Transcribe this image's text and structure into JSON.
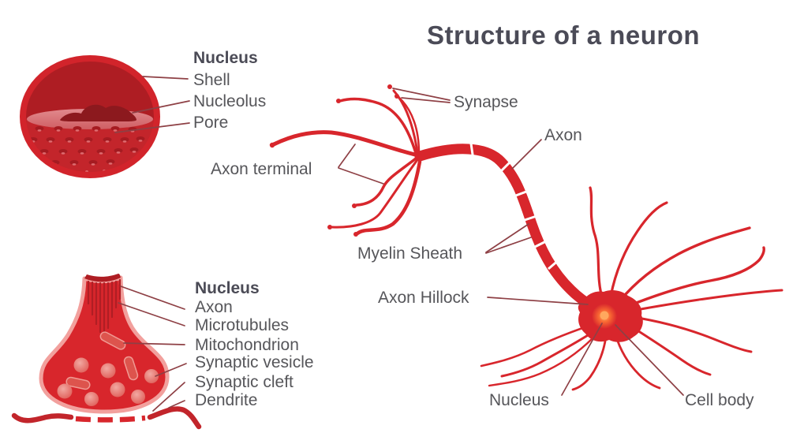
{
  "title": "Structure of a neuron",
  "palette": {
    "primary_red": "#d8262c",
    "dark_red": "#ae1d23",
    "deep_red": "#8c191e",
    "plane_pink": "#d4686c",
    "outline_pink": "#f2a09d",
    "vesicle_red": "#e2706b",
    "nucleus_glow": "#ff9a52",
    "leader_maroon": "#8e4045",
    "label_gray": "#56565a",
    "heading_slate": "#4b4b56",
    "background": "#ffffff"
  },
  "nucleus_inset": {
    "heading": "Nucleus",
    "labels": [
      "Shell",
      "Nucleolus",
      "Pore"
    ]
  },
  "terminal_inset": {
    "heading": "Nucleus",
    "labels": [
      "Axon",
      "Microtubules",
      "Mitochondrion",
      "Synaptic vesicle",
      "Synaptic cleft",
      "Dendrite"
    ]
  },
  "neuron_labels": {
    "synapse": "Synapse",
    "axon": "Axon",
    "axon_terminal": "Axon terminal",
    "myelin_sheath": "Myelin Sheath",
    "axon_hillock": "Axon Hillock",
    "nucleus": "Nucleus",
    "cell_body": "Cell body"
  }
}
